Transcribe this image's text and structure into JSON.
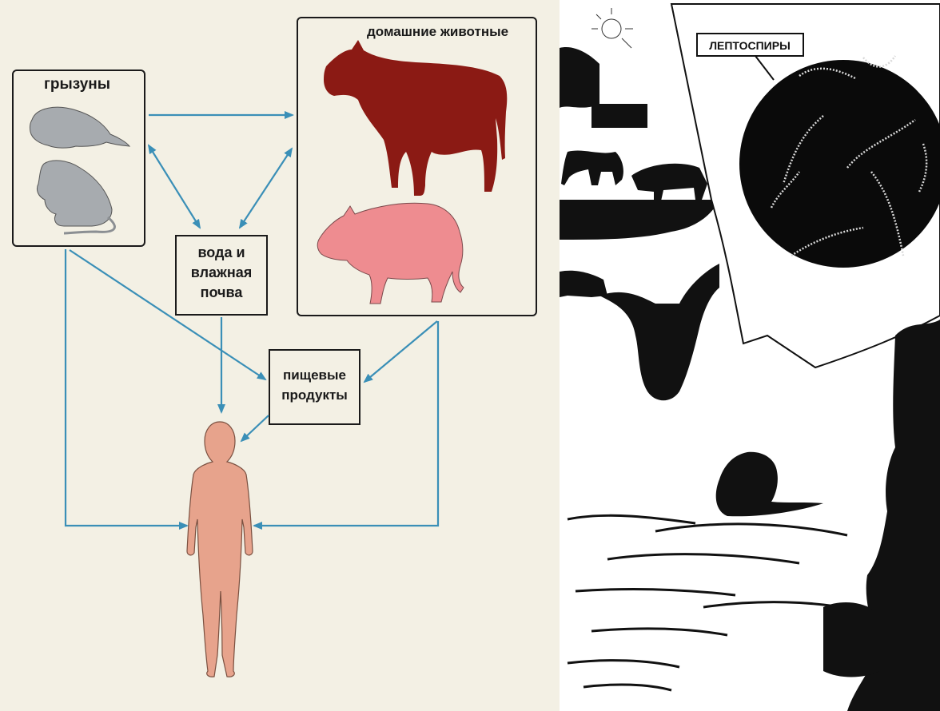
{
  "diagram": {
    "rodents_label": "грызуны",
    "domestic_label": "домашние животные",
    "water_label_lines": [
      "вода и",
      "влажная",
      "почва"
    ],
    "food_label_lines": [
      "пищевые",
      "продукты"
    ],
    "colors": {
      "background": "#f3f0e4",
      "arrow": "#3a8fb7",
      "rodent": "#a7abaf",
      "cow": "#8b1a14",
      "pig": "#ee8c90",
      "human": "#e7a38c"
    },
    "icons": [
      "rat-icon",
      "mouse-icon",
      "cow-icon",
      "pig-icon",
      "human-icon"
    ]
  },
  "illustration": {
    "callout_label": "ЛЕПТОСПИРЫ"
  }
}
